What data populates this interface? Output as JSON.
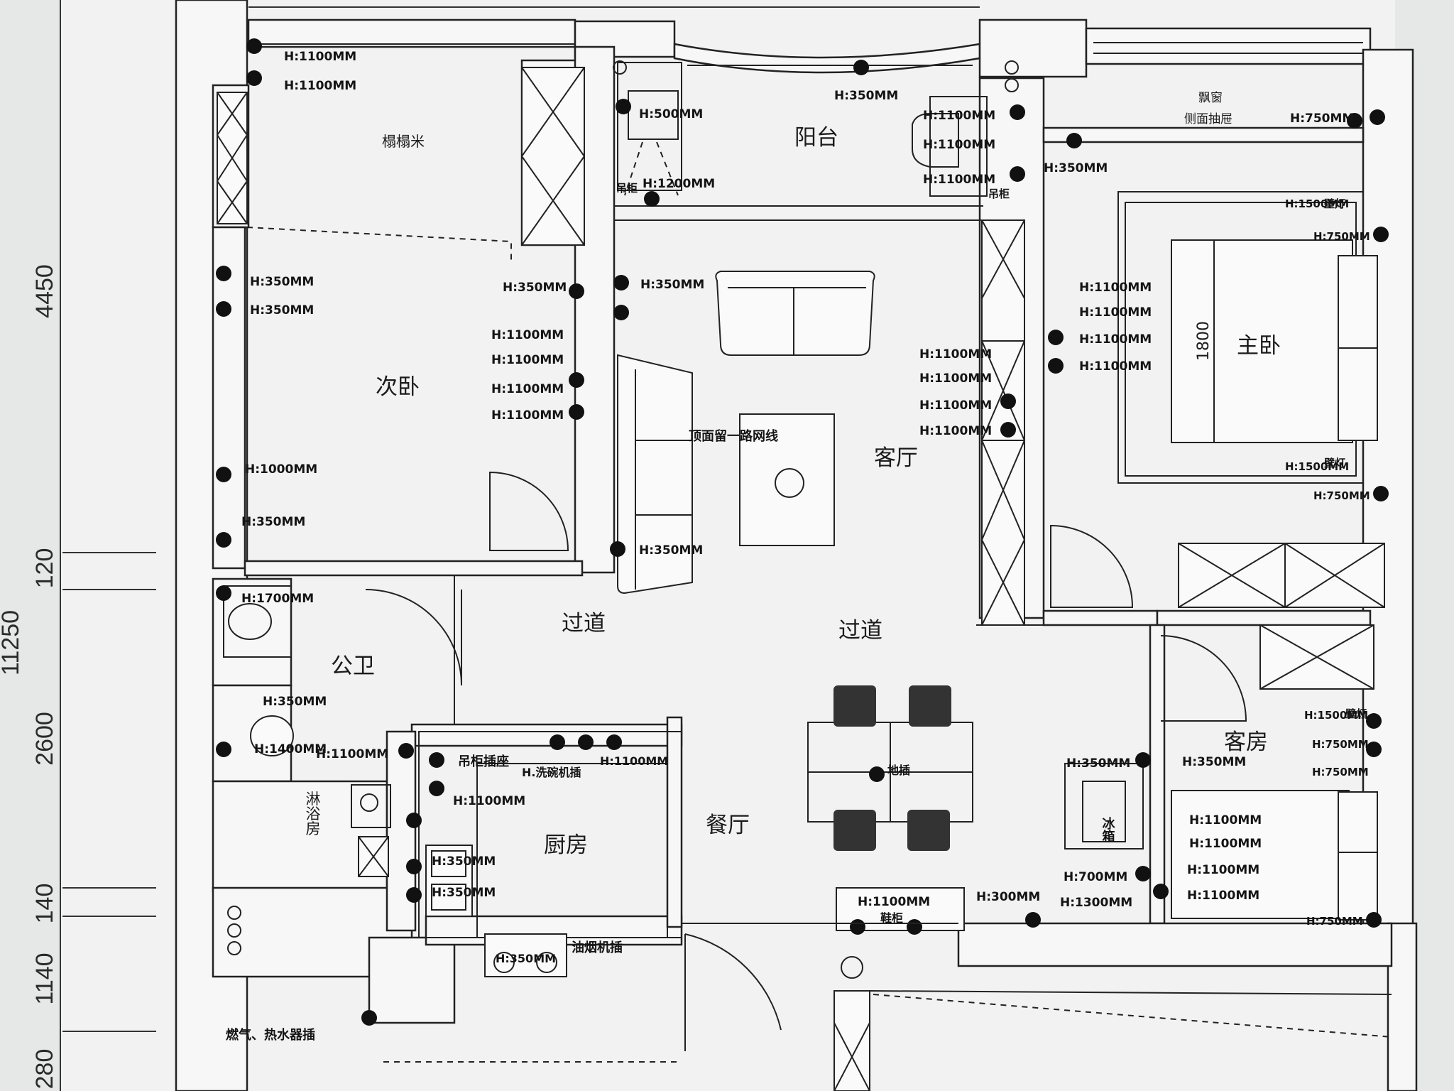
{
  "dimensions_left": [
    "4450",
    "120",
    "11250",
    "2600",
    "140",
    "1140",
    "280"
  ],
  "rooms": {
    "secondary_bedroom": "次卧",
    "tatami": "榻榻米",
    "balcony": "阳台",
    "living_room": "客厅",
    "master_bedroom": "主卧",
    "bed_width": "1800",
    "corridor": "过道",
    "public_bath": "公卫",
    "shower": "淋浴房",
    "kitchen": "厨房",
    "dining": "餐厅",
    "guest_room": "客房",
    "bay_window": "飘窗",
    "bay_drawer": "侧面抽屉"
  },
  "notes": {
    "ceiling_network": "顶面留一路网线",
    "hanging_cabinet": "吊柜",
    "floor_socket": "地插",
    "shoe_cabinet": "鞋柜",
    "fridge": "冰箱",
    "cabinet_socket": "吊柜插座",
    "dishwasher": "H.洗碗机插",
    "range_hood": "油烟机插",
    "gas_heater": "燃气、热水器插",
    "wall_lamp": "壁灯"
  },
  "heights": {
    "tatami_1": "H:1100MM",
    "tatami_2": "H:1100MM",
    "bal_1": "H:500MM",
    "bal_2": "H:1200MM",
    "bal_3": "H:350MM",
    "bal_4": "H:1100MM",
    "bal_5": "H:1100MM",
    "bal_6": "H:1100MM",
    "bay": "H:750MM",
    "mb_top": "H:350MM",
    "mb_lamp1": "H:1500MM",
    "mb_lamp1b": "H:750MM",
    "mb_lamp2": "H:1500MM",
    "mb_lamp2b": "H:750MM",
    "sb_l1": "H:350MM",
    "sb_l2": "H:350MM",
    "sb_r1": "H:350MM",
    "sb_r2": "H:1100MM",
    "sb_r3": "H:1100MM",
    "sb_r4": "H:1100MM",
    "sb_r5": "H:1100MM",
    "sb_l3": "H:1000MM",
    "sb_l4": "H:350MM",
    "lr_1": "H:350MM",
    "lr_2": "H:350MM",
    "lr_r1": "H:1100MM",
    "lr_r2": "H:1100MM",
    "lr_r3": "H:1100MM",
    "lr_r4": "H:1100MM",
    "mb_l1": "H:1100MM",
    "mb_l2": "H:1100MM",
    "mb_l3": "H:1100MM",
    "mb_l4": "H:1100MM",
    "bath_1": "H:1700MM",
    "bath_2": "H:350MM",
    "bath_3": "H:1400MM",
    "bath_4": "H:1100MM",
    "kit_1": "H:1100MM",
    "kit_2": "H:1100MM",
    "kit_3": "H:350MM",
    "kit_4": "H:350MM",
    "kit_5": "H:350MM",
    "shoe": "H:1100MM",
    "gr_1": "H:300MM",
    "gr_2": "H:350MM",
    "gr_3": "H:350MM",
    "gr_4": "H:700MM",
    "gr_5": "H:1300MM",
    "gr_lamp": "H:1500MM",
    "gr_6": "H:750MM",
    "gr_7": "H:750MM",
    "gr_8": "H:1100MM",
    "gr_9": "H:1100MM",
    "gr_10": "H:1100MM",
    "gr_11": "H:1100MM",
    "gr_12": "H:750MM"
  }
}
